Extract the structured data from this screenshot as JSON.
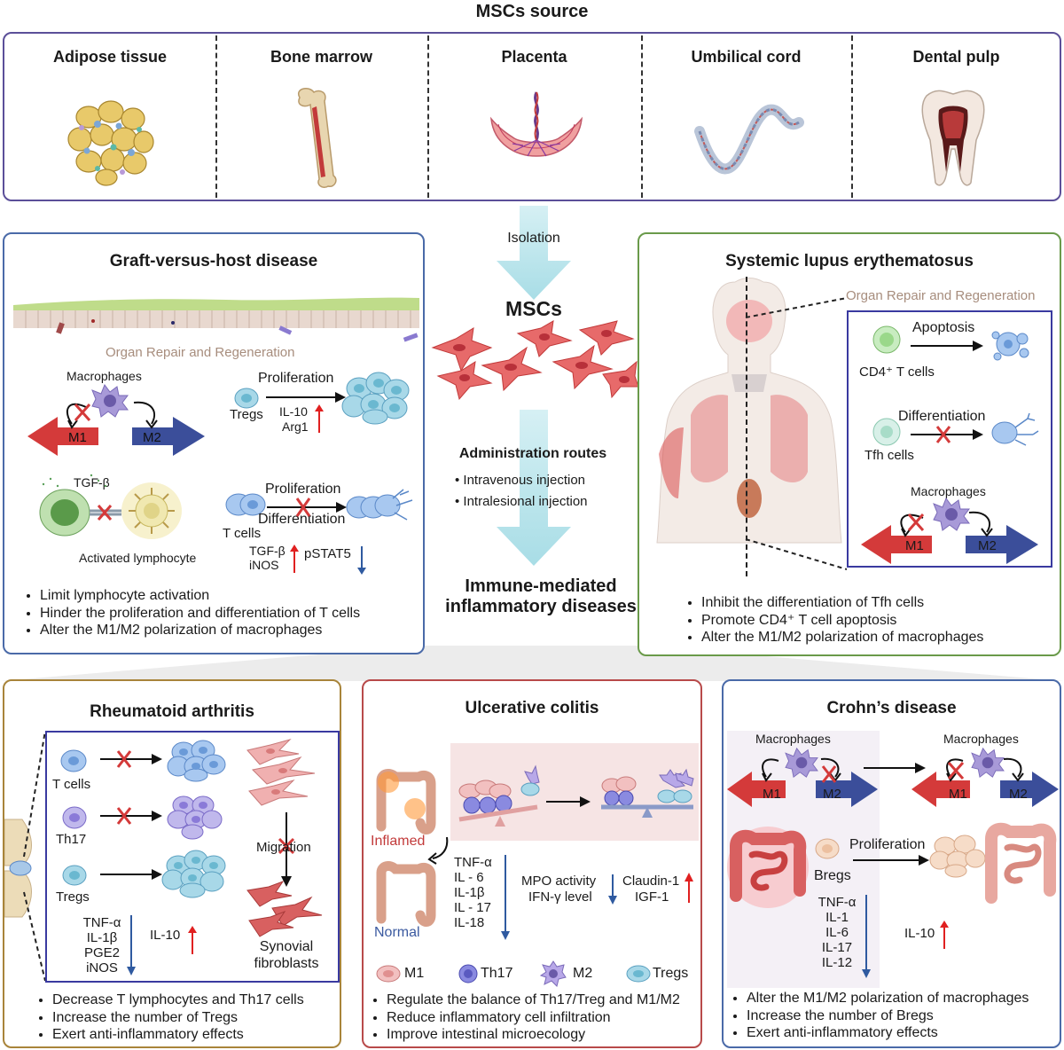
{
  "header": {
    "title": "MSCs source"
  },
  "sources": [
    {
      "label": "Adipose tissue",
      "icon": "adipose-tissue-icon"
    },
    {
      "label": "Bone marrow",
      "icon": "bone-marrow-icon"
    },
    {
      "label": "Placenta",
      "icon": "placenta-icon"
    },
    {
      "label": "Umbilical cord",
      "icon": "umbilical-cord-icon"
    },
    {
      "label": "Dental pulp",
      "icon": "dental-pulp-icon"
    }
  ],
  "center": {
    "isolation": "Isolation",
    "mscs": "MSCs",
    "routes_title": "Administration routes",
    "routes": [
      "• Intravenous injection",
      "• Intralesional injection"
    ],
    "diseases": "Immune-mediated inflammatory diseases"
  },
  "gvhd": {
    "title": "Graft-versus-host disease",
    "subtitle": "Organ Repair and Regeneration",
    "macrophages": "Macrophages",
    "m1": "M1",
    "m2": "M2",
    "tregs": "Tregs",
    "proliferation": "Proliferation",
    "il10": "IL-10",
    "arg1": "Arg1",
    "tgfb": "TGF-β",
    "activated": "Activated lymphocyte",
    "proliferation2": "Proliferation",
    "differentiation": "Differentiation",
    "tcells": "T cells",
    "tgfb2": "TGF-β",
    "inos": "iNOS",
    "pstat5": "pSTAT5",
    "bullets": [
      "Limit lymphocyte activation",
      "Hinder the proliferation and differentiation of T cells",
      "Alter the M1/M2 polarization of macrophages"
    ]
  },
  "sle": {
    "title": "Systemic lupus erythematosus",
    "subtitle": "Organ Repair and Regeneration",
    "apoptosis": "Apoptosis",
    "cd4": "CD4⁺ T cells",
    "differentiation": "Differentiation",
    "tfh": "Tfh cells",
    "macrophages": "Macrophages",
    "m1": "M1",
    "m2": "M2",
    "bullets": [
      "Inhibit the differentiation of Tfh cells",
      "Promote CD4⁺ T cell apoptosis",
      "Alter the M1/M2 polarization of macrophages"
    ]
  },
  "ra": {
    "title": "Rheumatoid arthritis",
    "tcells": "T cells",
    "th17": "Th17",
    "tregs": "Tregs",
    "migration": "Migration",
    "fibro": [
      "Synovial",
      "fibroblasts"
    ],
    "down": [
      "TNF-α",
      "IL-1β",
      "PGE2",
      "iNOS"
    ],
    "il10": "IL-10",
    "bullets": [
      "Decrease T lymphocytes and Th17 cells",
      "Increase the number of Tregs",
      "Exert anti-inflammatory effects"
    ]
  },
  "uc": {
    "title": "Ulcerative colitis",
    "inflamed": "Inflamed",
    "normal": "Normal",
    "down": [
      "TNF-α",
      "IL - 6",
      "IL-1β",
      "IL - 17",
      "IL-18"
    ],
    "mpo": "MPO activity",
    "ifn": "IFN-γ level",
    "claudin": "Claudin-1",
    "igf": "IGF-1",
    "legend": [
      "M1",
      "Th17",
      "M2",
      "Tregs"
    ],
    "bullets": [
      "Regulate the balance of Th17/Treg and M1/M2",
      "Reduce inflammatory cell infiltration",
      "Improve intestinal microecology"
    ]
  },
  "cd": {
    "title": "Crohn’s disease",
    "macrophages1": "Macrophages",
    "macrophages2": "Macrophages",
    "m1a": "M1",
    "m2a": "M2",
    "m1b": "M1",
    "m2b": "M2",
    "bregs": "Bregs",
    "proliferation": "Proliferation",
    "down": [
      "TNF-α",
      "IL-1",
      "IL-6",
      "IL-17",
      "IL-12"
    ],
    "il10": "IL-10",
    "bullets": [
      "Alter the M1/M2 polarization of macrophages",
      "Increase the number of Bregs",
      "Exert anti-inflammatory effects"
    ]
  },
  "colors": {
    "source_border": "#5b4f99",
    "gvhd_border": "#4a6aa8",
    "sle_border": "#6a9a4a",
    "ra_border": "#a8843a",
    "uc_border": "#b84a4a",
    "cd_border": "#4a6aa8",
    "m1_red": "#d43a3a",
    "m2_blue": "#3b4e9a",
    "up_red": "#e02020",
    "down_blue": "#2f5aa0",
    "arrow_cyan": "#a8dde6"
  }
}
